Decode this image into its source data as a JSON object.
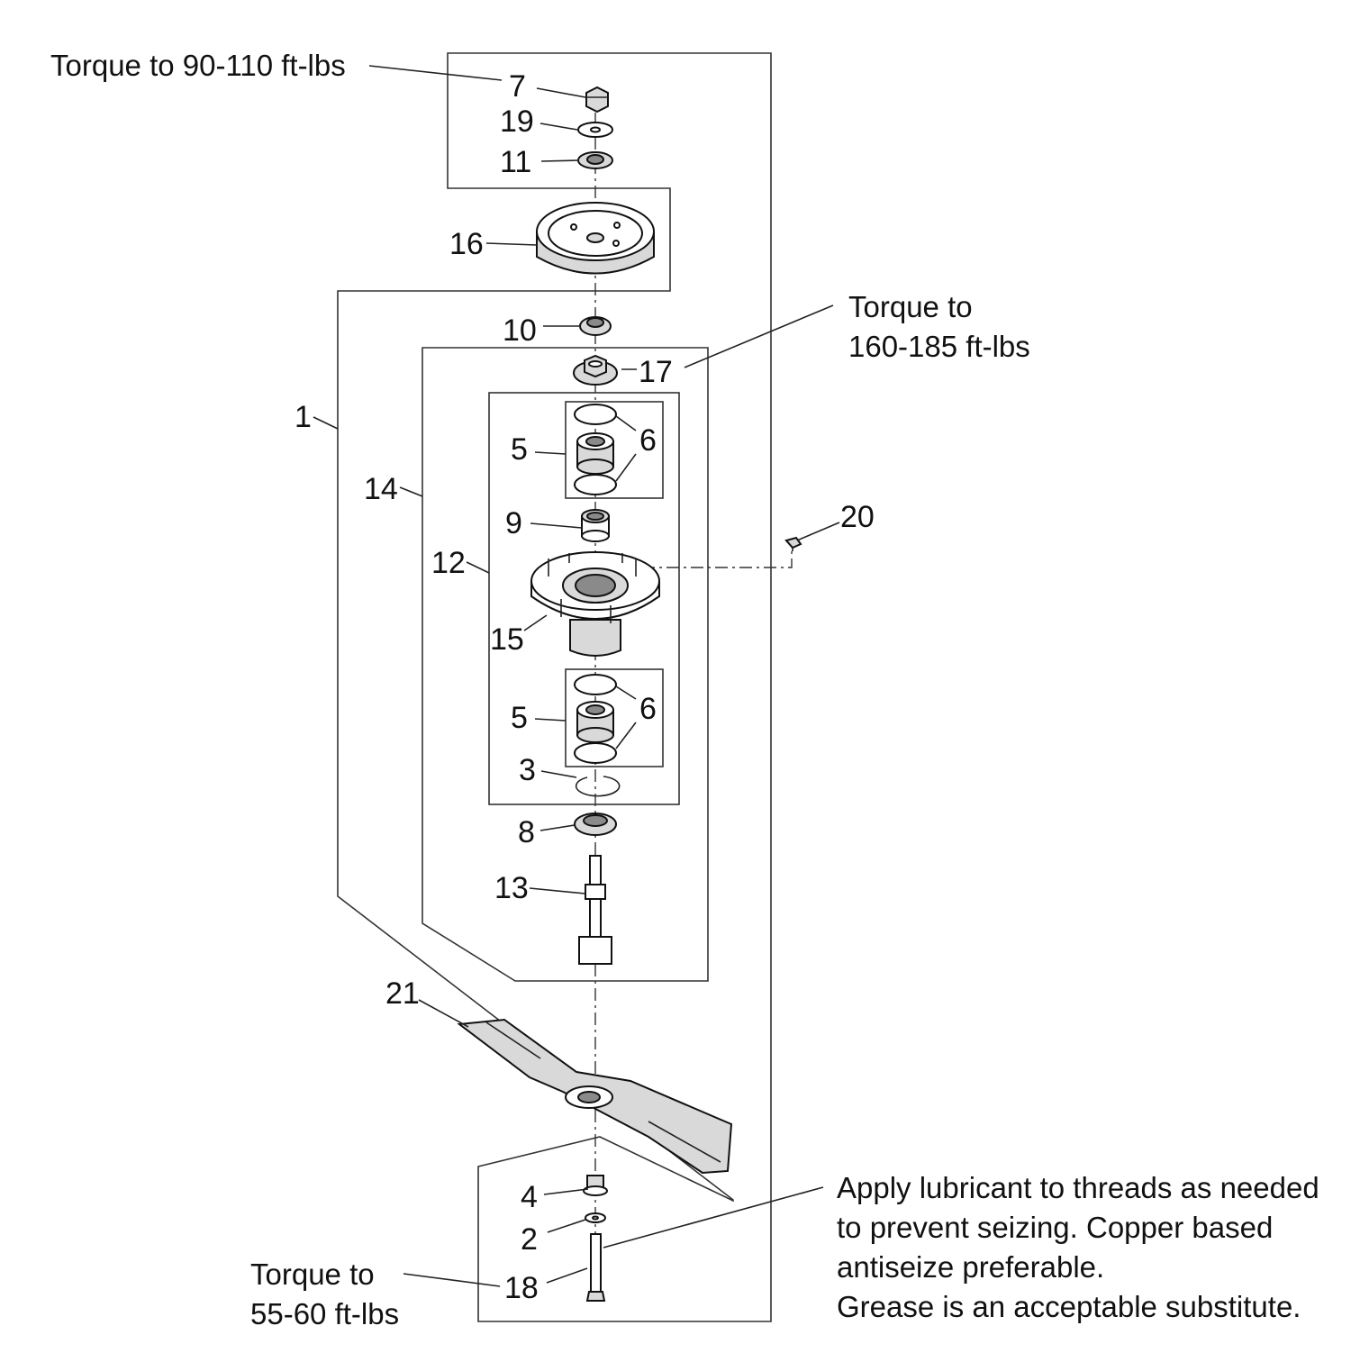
{
  "callouts": {
    "c1": "1",
    "c2": "2",
    "c3": "3",
    "c4": "4",
    "c5a": "5",
    "c5b": "5",
    "c6a": "6",
    "c6b": "6",
    "c7": "7",
    "c8": "8",
    "c9": "9",
    "c10": "10",
    "c11": "11",
    "c12": "12",
    "c13": "13",
    "c14": "14",
    "c15": "15",
    "c16": "16",
    "c17": "17",
    "c18": "18",
    "c19": "19",
    "c20": "20",
    "c21": "21"
  },
  "notes": {
    "torque_top": "Torque to 90-110 ft-lbs",
    "torque_mid_line1": "Torque to",
    "torque_mid_line2": "160-185 ft-lbs",
    "torque_bottom_line1": "Torque to",
    "torque_bottom_line2": "55-60 ft-lbs",
    "lubricant_line1": "Apply lubricant to threads as needed",
    "lubricant_line2": "to prevent seizing.  Copper based",
    "lubricant_line3": "antiseize preferable.",
    "lubricant_line4": "Grease is an acceptable substitute."
  }
}
